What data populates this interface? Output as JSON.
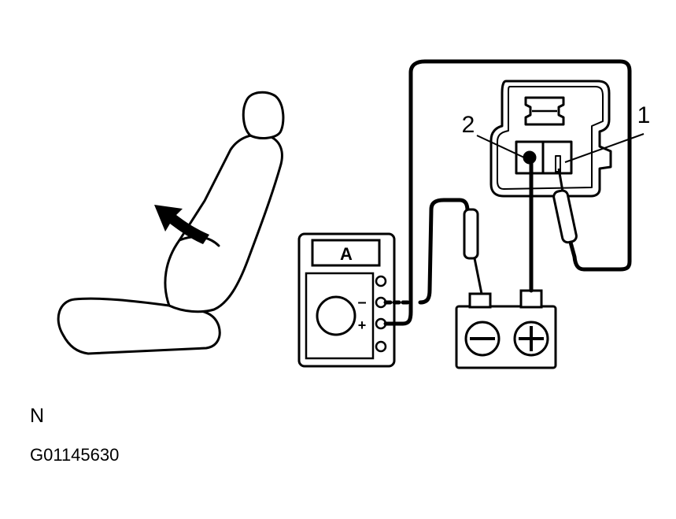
{
  "labels": {
    "ammeter": "A",
    "terminal_1": "1",
    "terminal_2": "2",
    "meter_minus": "–",
    "meter_plus": "+"
  },
  "caption": {
    "view": "N",
    "figure_code": "G01145630"
  },
  "colors": {
    "ink": "#000000",
    "paper": "#ffffff"
  },
  "icons": [
    "seat-icon",
    "direction-arrow-icon",
    "ammeter-icon",
    "battery-icon",
    "connector-icon",
    "test-probe-icon"
  ]
}
